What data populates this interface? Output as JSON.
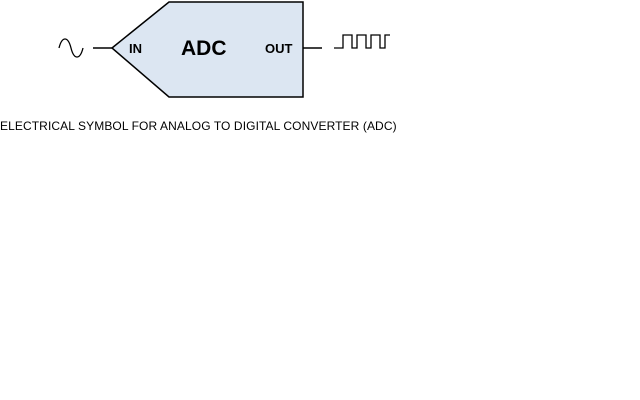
{
  "diagram": {
    "block_label": "ADC",
    "input_label": "IN",
    "output_label": "OUT",
    "input_signal_icon": "sine-wave-icon",
    "output_signal_icon": "square-wave-icon",
    "block_fill": "#dce6f2",
    "stroke_color": "#000000"
  },
  "caption": "ELECTRICAL SYMBOL FOR ANALOG TO DIGITAL CONVERTER (ADC)"
}
